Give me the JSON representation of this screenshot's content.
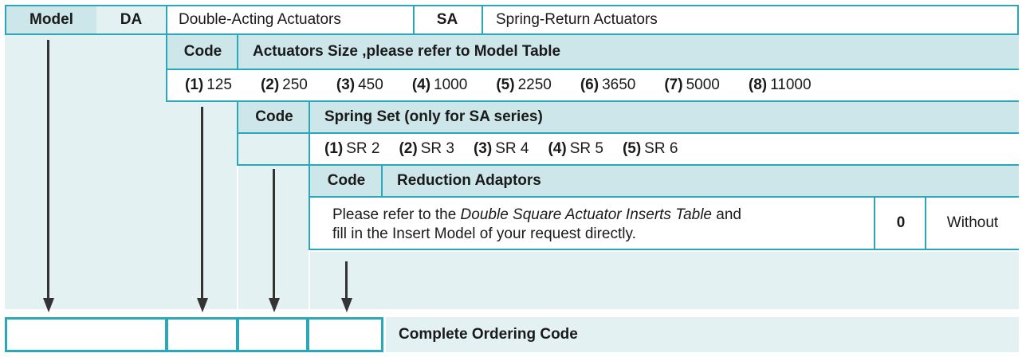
{
  "model_row": {
    "model_label": "Model",
    "da_code": "DA",
    "da_desc": "Double-Acting Actuators",
    "sa_code": "SA",
    "sa_desc": "Spring-Return Actuators"
  },
  "size_section": {
    "code_label": "Code",
    "title": "Actuators Size ,please refer to Model Table",
    "options": [
      {
        "code": "(1)",
        "value": "125"
      },
      {
        "code": "(2)",
        "value": "250"
      },
      {
        "code": "(3)",
        "value": "450"
      },
      {
        "code": "(4)",
        "value": "1000"
      },
      {
        "code": "(5)",
        "value": "2250"
      },
      {
        "code": "(6)",
        "value": "3650"
      },
      {
        "code": "(7)",
        "value": "5000"
      },
      {
        "code": "(8)",
        "value": "11000"
      }
    ]
  },
  "spring_section": {
    "code_label": "Code",
    "title": "Spring Set (only for SA series)",
    "options": [
      {
        "code": "(1)",
        "value": "SR 2"
      },
      {
        "code": "(2)",
        "value": "SR 3"
      },
      {
        "code": "(3)",
        "value": "SR 4"
      },
      {
        "code": "(4)",
        "value": "SR 5"
      },
      {
        "code": "(5)",
        "value": "SR 6"
      }
    ]
  },
  "reduction_section": {
    "code_label": "Code",
    "title": "Reduction Adaptors",
    "desc_line1_pre": "Please refer to the ",
    "desc_line1_italic": "Double Square Actuator Inserts Table",
    "desc_line1_post": " and",
    "desc_line2": "fill in the Insert Model of your request directly.",
    "without_code": "0",
    "without_label": "Without"
  },
  "ordering": {
    "label": "Complete Ordering Code"
  },
  "colors": {
    "teal": "#2aa7b8",
    "header_bg": "#cde6ea",
    "light_bg": "#e3f1f3"
  }
}
